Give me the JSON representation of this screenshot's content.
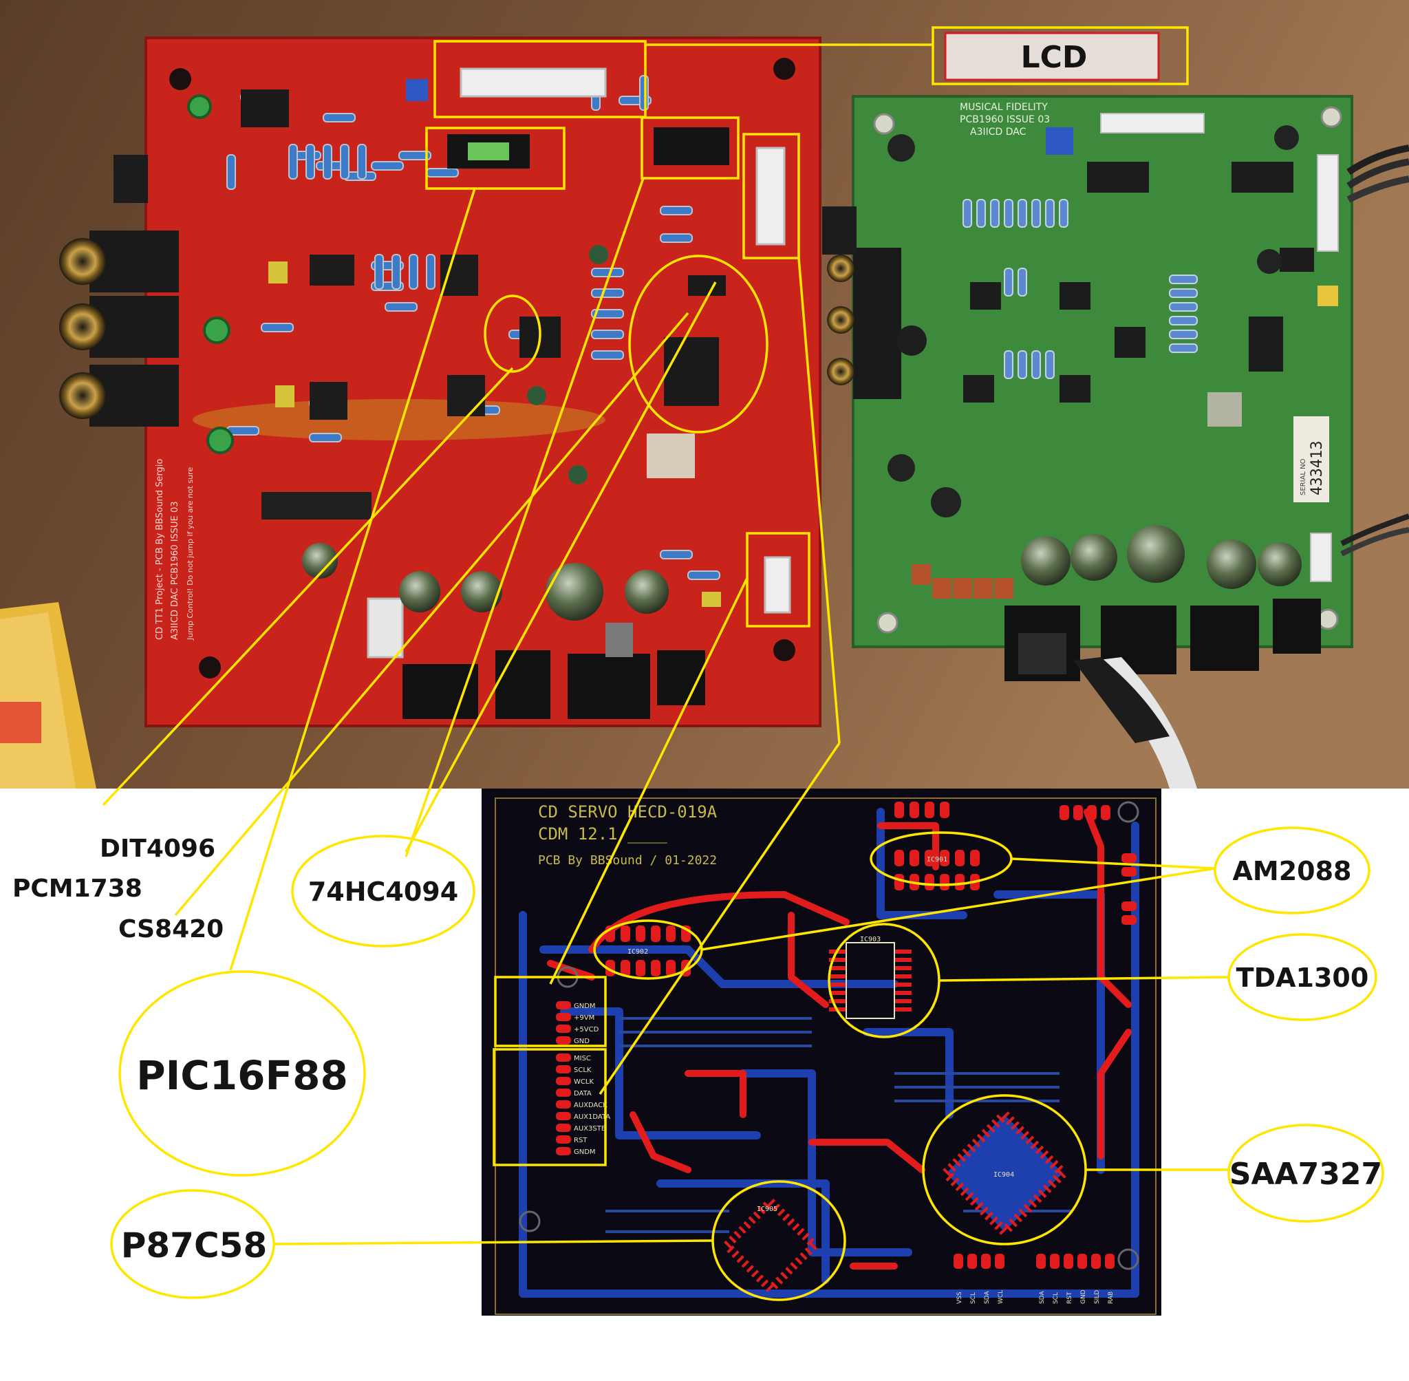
{
  "callouts": {
    "lcd": "LCD",
    "dit4096": "DIT4096",
    "pcm1738": "PCM1738",
    "cs8420": "CS8420",
    "hc4094": "74HC4094",
    "pic16f88": "PIC16F88",
    "p87c58": "P87C58",
    "am2088": "AM2088",
    "tda1300": "TDA1300",
    "saa7327": "SAA7327"
  },
  "green_board": {
    "maker": "MUSICAL FIDELITY",
    "pcb_id": "PCB1960 ISSUE 03",
    "board_name": "A3IICD DAC",
    "serial_label": "SERIAL NO",
    "serial_number": "433413"
  },
  "red_board": {
    "silk_line1": "CD TT1 Project - PCB By BBSound Sergio",
    "silk_line2": "A3IICD DAC PCB1960 ISSUE 03",
    "silk_line3": "Jump Control! Do not jump if you are not sure"
  },
  "pcb_layout": {
    "title_line1": "CD SERVO HECD-019A",
    "title_line2": "CDM 12.1/____",
    "title_line3": "PCB By BBSound / 01-2022",
    "connector_top_pins": [
      "GNDM",
      "+9VM",
      "+5VCD",
      "GND"
    ],
    "connector_bottom_pins": [
      "MISC",
      "SCLK",
      "WCLK",
      "DATA",
      "AUXDACK",
      "AUX1DATA",
      "AUX3STB",
      "RST",
      "GNDM"
    ],
    "bottom_pins_left": [
      "VSS",
      "SCL",
      "SDA",
      "WCL"
    ],
    "bottom_pins_right": [
      "SDA",
      "SCL",
      "RST",
      "GND",
      "SILD",
      "RAB"
    ],
    "ref_ic901": "IC901",
    "ref_ic902": "IC902",
    "ref_ic903": "IC903",
    "ref_ic904": "IC904",
    "ref_ic905": "IC905"
  },
  "colors": {
    "callout_yellow": "#ffe600",
    "red_board": "#c8241c",
    "green_board": "#3e8a3c",
    "pcb_background": "#0b0a14",
    "pcb_top_copper": "#e21c1c",
    "pcb_bottom_copper": "#1e3fae",
    "wood": "#6a4a30"
  }
}
